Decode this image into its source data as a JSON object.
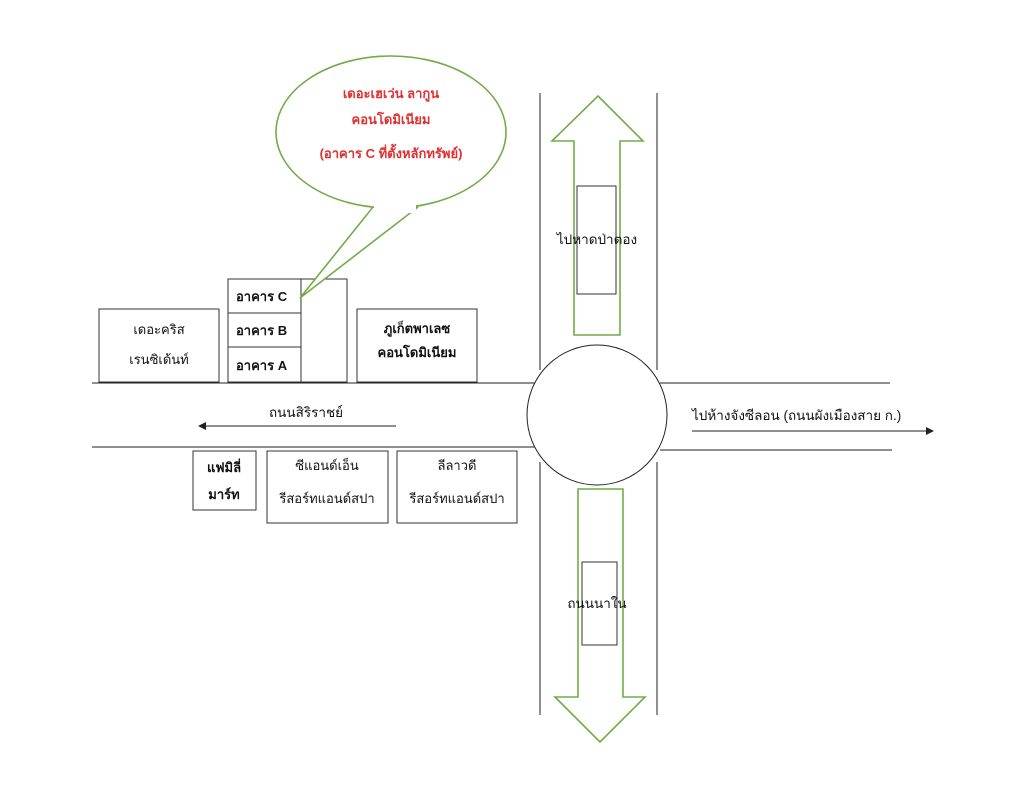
{
  "callout": {
    "line1": "เดอะเฮเว่น ลากูน",
    "line2": "คอนโดมิเนียม",
    "line3": "(อาคาร C ที่ตั้งหลักทรัพย์)"
  },
  "buildings": {
    "the_chris": [
      "เดอะคริส",
      "เรนซิเด้นท์"
    ],
    "building_c": "อาคาร C",
    "building_b": "อาคาร B",
    "building_a": "อาคาร A",
    "phuket_palace": [
      "ภูเก็ตพาเลซ",
      "คอนโดมิเนียม"
    ],
    "family_mart": [
      "แฟมิลี่",
      "มาร์ท"
    ],
    "c_and_n": [
      "ซีแอนด์เอ็น",
      "รีสอร์ทแอนด์สปา"
    ],
    "leelawadee": [
      "ลีลาวดี",
      "รีสอร์ทแอนด์สปา"
    ]
  },
  "roads": {
    "sirirat": "ถนนสิริราชย์",
    "to_jungceylon": "ไปห้างจังซีลอน (ถนนผังเมืองสาย ก.)",
    "to_patong": "ไปหาดป่าตอง",
    "nanai": "ถนนนาใน"
  },
  "colors": {
    "accent_green": "#70ad47",
    "callout_text": "#e03030",
    "line": "#222222"
  }
}
